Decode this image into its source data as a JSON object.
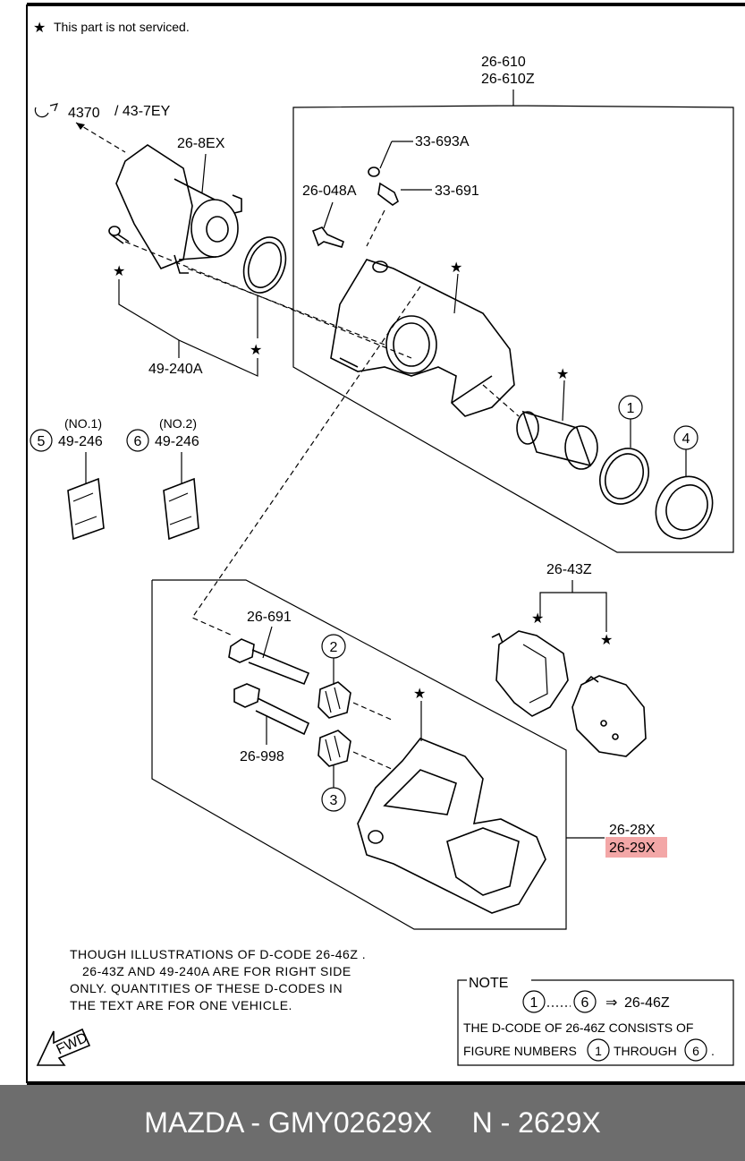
{
  "header_note": "This part is not serviced.",
  "ref_main": "4370",
  "ref_sub": "/ 43-7EY",
  "parts": {
    "p26_8EX": "26-8EX",
    "p26_610": "26-610",
    "p26_610Z": "26-610Z",
    "p33_693A": "33-693A",
    "p33_691": "33-691",
    "p26_048A": "26-048A",
    "p49_240A": "49-240A",
    "p49_246_a": "49-246",
    "p49_246_b": "49-246",
    "no1": "(NO.1)",
    "no2": "(NO.2)",
    "p26_43Z": "26-43Z",
    "p26_691": "26-691",
    "p26_998": "26-998",
    "p26_28X": "26-28X",
    "p26_29X": "26-29X"
  },
  "circled": {
    "c1": "1",
    "c2": "2",
    "c3": "3",
    "c4": "4",
    "c5": "5",
    "c6": "6"
  },
  "disclaimer": {
    "line1": "THOUGH ILLUSTRATIONS OF D-CODE  26-46Z  .",
    "line2": "26-43Z   AND 49-240A  ARE FOR RIGHT SIDE",
    "line3": "ONLY. QUANTITIES  OF  THESE  D-CODES  IN",
    "line4": "THE  TEXT  ARE  FOR  ONE  VEHICLE."
  },
  "note": {
    "title": "NOTE",
    "range_from": "1",
    "range_to": "6",
    "arrow": "⇒",
    "code": "26-46Z",
    "body1": "THE D-CODE OF  26-46Z  CONSISTS OF",
    "body2a": "FIGURE NUMBERS",
    "body2_n1": "1",
    "body2b": "THROUGH",
    "body2_n6": "6",
    "body2c": "."
  },
  "fwd": "FWD",
  "footer": {
    "left": "MAZDA - GMY02629X",
    "right": "N - 2629X"
  },
  "colors": {
    "highlight": "#f3a7a7",
    "footer_bg": "#6d6d6d"
  }
}
